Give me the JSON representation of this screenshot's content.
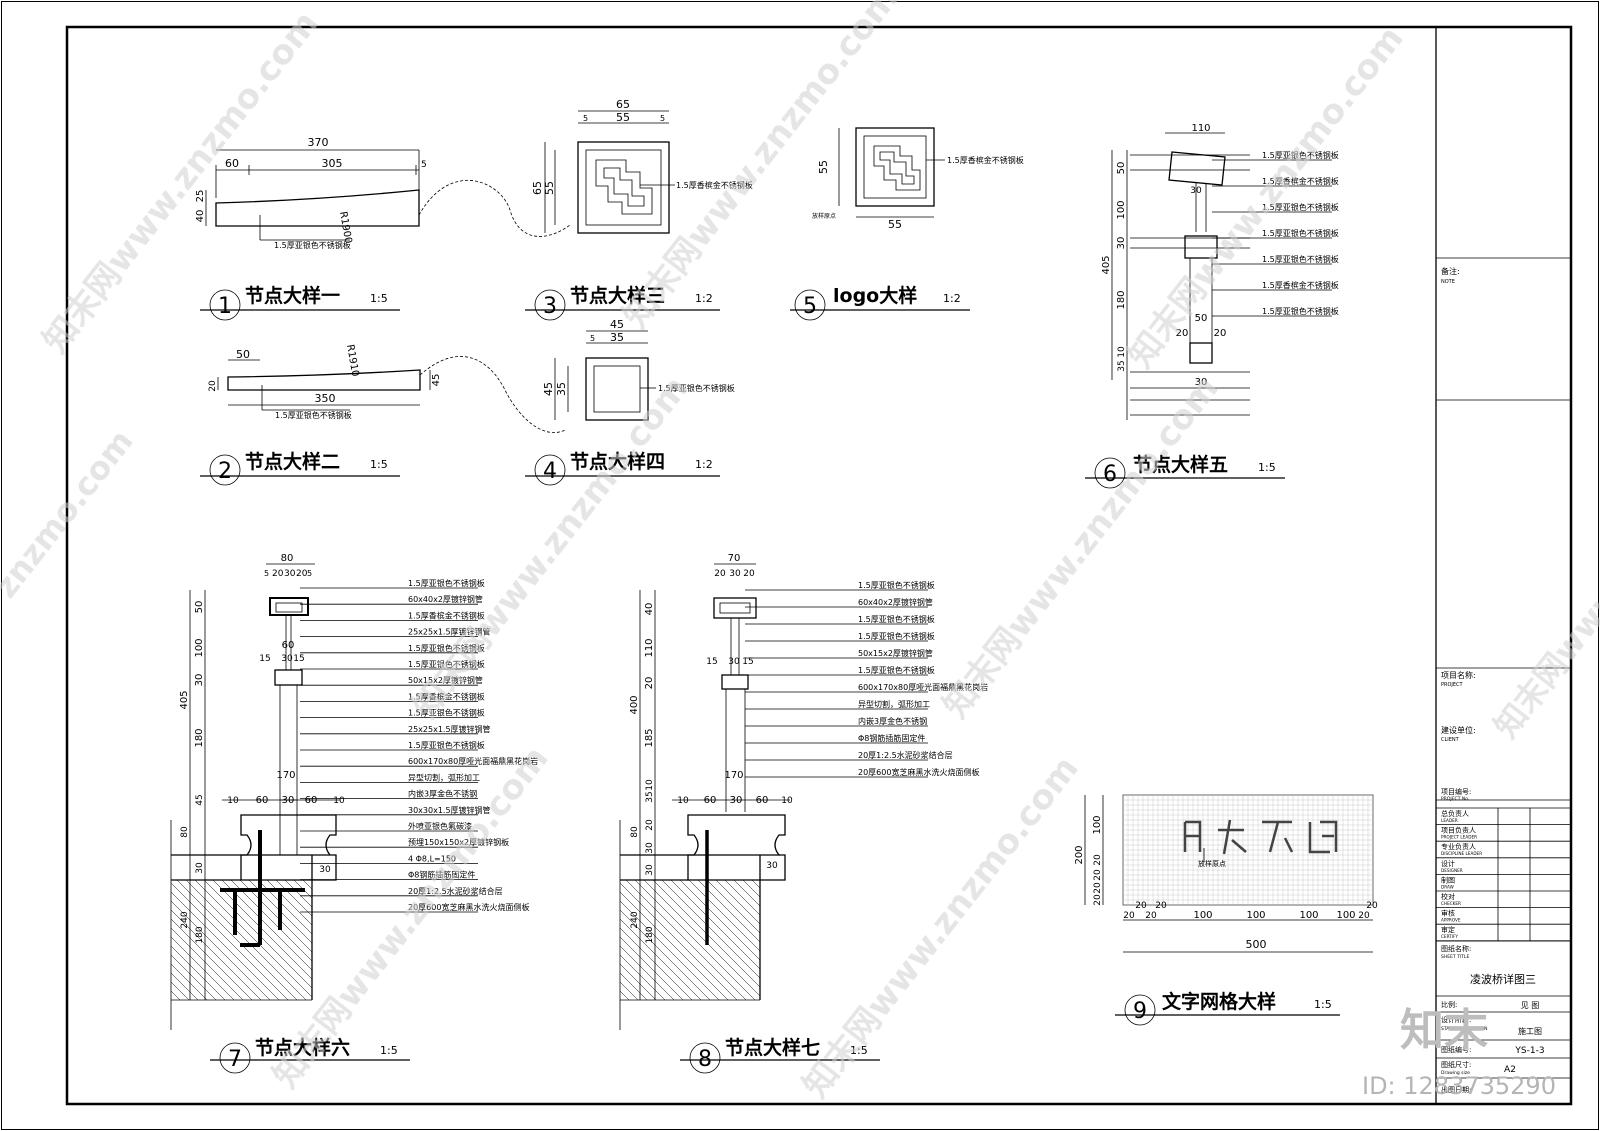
{
  "details": {
    "d1": {
      "num": "1",
      "title": "节点大样一",
      "scale": "1:5",
      "dims": [
        "370",
        "60",
        "305",
        "5",
        "40",
        "25",
        "R1900"
      ],
      "note": "1.5厚亚银色不锈钢板"
    },
    "d2": {
      "num": "2",
      "title": "节点大样二",
      "scale": "1:5",
      "dims": [
        "50",
        "20",
        "350",
        "45",
        "R1910"
      ],
      "note": "1.5厚亚银色不锈钢板"
    },
    "d3": {
      "num": "3",
      "title": "节点大样三",
      "scale": "1:2",
      "dims": [
        "65",
        "55",
        "5",
        "5",
        "65",
        "55"
      ],
      "note": "1.5厚香槟金不锈钢板"
    },
    "d4": {
      "num": "4",
      "title": "节点大样四",
      "scale": "1:2",
      "dims": [
        "45",
        "35",
        "5",
        "45",
        "35"
      ],
      "note": "1.5厚亚银色不锈钢板"
    },
    "d5": {
      "num": "5",
      "title": "logo大样",
      "scale": "1:2",
      "dims": [
        "55",
        "55"
      ],
      "note": "1.5厚香槟金不锈钢板",
      "subnote": "放样原点"
    },
    "d6": {
      "num": "6",
      "title": "节点大样五",
      "scale": "1:5",
      "dims_top": "110",
      "dims_left": [
        "50",
        "100",
        "30",
        "405",
        "180",
        "35",
        "10"
      ],
      "dims_mid": [
        "30",
        "50",
        "20",
        "20",
        "30"
      ],
      "notes": [
        "1.5厚亚银色不锈钢板",
        "1.5厚香槟金不锈钢板",
        "1.5厚亚银色不锈钢板",
        "1.5厚亚银色不锈钢板",
        "1.5厚亚银色不锈钢板",
        "1.5厚香槟金不锈钢板",
        "1.5厚亚银色不锈钢板"
      ]
    },
    "d7": {
      "num": "7",
      "title": "节点大样六",
      "scale": "1:5",
      "dims_top": [
        "80",
        "5",
        "20",
        "30",
        "20",
        "5"
      ],
      "dims_left": [
        "50",
        "100",
        "30",
        "405",
        "180",
        "45",
        "80",
        "30",
        "240",
        "180"
      ],
      "dims_bottom": [
        "10",
        "60",
        "30",
        "60",
        "10"
      ],
      "dims_mid": [
        "60",
        "15",
        "30",
        "15",
        "170",
        "30"
      ],
      "notes": [
        "1.5厚亚银色不锈钢板",
        "60x40x2厚镀锌钢管",
        "1.5厚香槟金不锈钢板",
        "25x25x1.5厚镀锌钢管",
        "1.5厚亚银色不锈钢板",
        "1.5厚亚银色不锈钢板",
        "50x15x2厚镀锌钢管",
        "1.5厚香槟金不锈钢板",
        "1.5厚亚银色不锈钢板",
        "25x25x1.5厚镀锌钢管",
        "1.5厚亚银色不锈钢板",
        "600x170x80厚哑光面福鼎黑花岗岩",
        "异型切割，弧形加工",
        "内嵌3厚金色不锈钢",
        "30x30x1.5厚镀锌钢管",
        "外喷亚银色氟碳漆",
        "预埋150x150x2厚镀锌钢板",
        "4 Φ8,L=150",
        "Φ8钢筋插筋固定件",
        "20厚1:2.5水泥砂浆结合层",
        "20厚600宽芝麻黑水洗火烧面侧板"
      ]
    },
    "d8": {
      "num": "8",
      "title": "节点大样七",
      "scale": "1:5",
      "dims_top": [
        "70",
        "20",
        "30",
        "20"
      ],
      "dims_left": [
        "40",
        "110",
        "20",
        "400",
        "185",
        "35",
        "10",
        "80",
        "20",
        "30",
        "30",
        "240",
        "180"
      ],
      "dims_bottom": [
        "10",
        "60",
        "30",
        "60",
        "10"
      ],
      "dims_mid": [
        "15",
        "30",
        "15",
        "170",
        "30"
      ],
      "notes": [
        "1.5厚亚银色不锈钢板",
        "60x40x2厚镀锌钢管",
        "1.5厚亚银色不锈钢板",
        "1.5厚亚银色不锈钢板",
        "50x15x2厚镀锌钢管",
        "1.5厚亚银色不锈钢板",
        "600x170x80厚哑光面福鼎黑花岗岩",
        "异型切割，弧形加工",
        "内嵌3厚金色不锈钢",
        "Φ8钢筋插筋固定件",
        "20厚1:2.5水泥砂浆结合层",
        "20厚600宽芝麻黑水洗火烧面侧板"
      ]
    },
    "d9": {
      "num": "9",
      "title": "文字网格大样",
      "scale": "1:5",
      "dims_left": [
        "100",
        "200",
        "20",
        "20",
        "20",
        "20"
      ],
      "dims_bottom": [
        "20",
        "20",
        "20",
        "20",
        "100",
        "100",
        "100",
        "100",
        "20",
        "20"
      ],
      "total": "500",
      "subnote": "放样原点"
    }
  },
  "title_block": {
    "note_label": "备注:",
    "note_en": "NOTE",
    "project_label": "项目名称:",
    "project_en": "PROJECT",
    "client_label": "建设单位:",
    "client_en": "CLIENT",
    "project_no_label": "项目编号:",
    "project_no_en": "PROJECT No.",
    "rows": [
      {
        "cn": "总负责人",
        "en": "LEADER"
      },
      {
        "cn": "项目负责人",
        "en": "PROJECT LEADER"
      },
      {
        "cn": "专业负责人",
        "en": "DISCIPLINE LEADER"
      },
      {
        "cn": "设计",
        "en": "DESIGNER"
      },
      {
        "cn": "制图",
        "en": "DRAW"
      },
      {
        "cn": "校对",
        "en": "CHECKER"
      },
      {
        "cn": "审核",
        "en": "APPROVE"
      },
      {
        "cn": "审定",
        "en": "CERTIFY"
      }
    ],
    "sheet_title_label": "图纸名称:",
    "sheet_title_en": "SHEET TITLE",
    "sheet_title": "凌波桥详图三",
    "scale_label": "比例:",
    "scale_value": "见 图",
    "stage_label": "设计阶段:",
    "stage_en": "STAGE DESCRIPTION",
    "stage_value": "施工图",
    "drawing_no_label": "图纸编号:",
    "drawing_no_value": "YS-1-3",
    "size_label": "图纸尺寸:",
    "size_en": "Drawing size",
    "size_value": "A2",
    "date_label": "出图日期:"
  },
  "watermark": {
    "text": "znzmo.com",
    "cn": "知末网www.znzmo.com",
    "logo": "知末",
    "id": "ID: 1283735290"
  }
}
